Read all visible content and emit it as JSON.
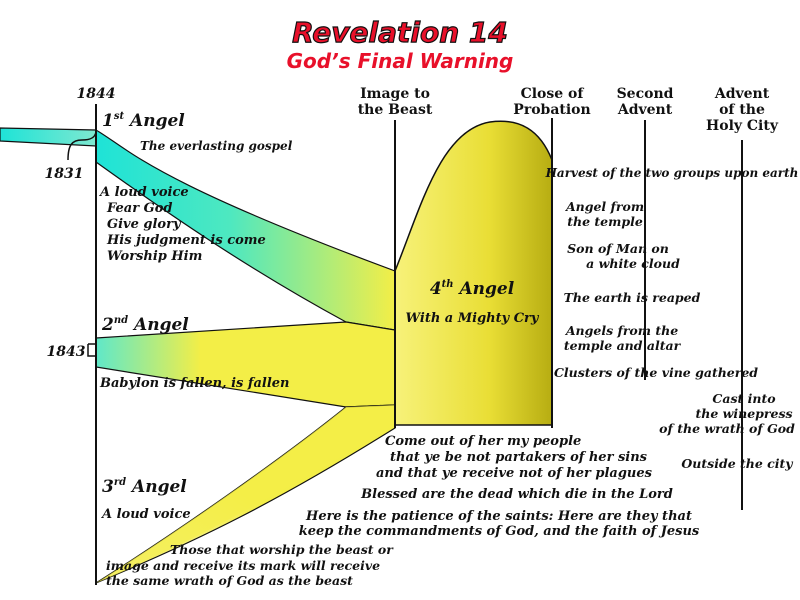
{
  "title": "Revelation 14",
  "subtitle": "God’s Final Warning",
  "colors": {
    "title": "#e8102a",
    "ink": "#111111",
    "cyan": "#1ee3d7",
    "yellow": "#f3ee47",
    "olive": "#b7ad12"
  },
  "timeline": {
    "year_1844": "1844",
    "year_1831": "1831",
    "year_1843": "1843",
    "image_to_beast": [
      "Image to",
      "the Beast"
    ],
    "close_of_probation": [
      "Close of",
      "Probation"
    ],
    "second_advent": [
      "Second",
      "Advent"
    ],
    "advent_holy_city": [
      "Advent",
      "of the",
      "Holy City"
    ]
  },
  "angel1": {
    "label": "1",
    "sup": "st",
    "word": "Angel",
    "gospel": "The everlasting gospel",
    "loud_voice": "A loud voice",
    "items": [
      "Fear God",
      "Give glory",
      "His judgment is come",
      "Worship Him"
    ]
  },
  "angel2": {
    "label": "2",
    "sup": "nd",
    "word": "Angel",
    "message": "Babylon is fallen, is fallen"
  },
  "angel3": {
    "label": "3",
    "sup": "rd",
    "word": "Angel",
    "loud_voice": "A loud voice",
    "warning": [
      "Those that worship the beast or",
      "image and receive its mark will receive",
      "the same wrath of God as the beast"
    ]
  },
  "angel4": {
    "label": "4",
    "sup": "th",
    "word": "Angel",
    "cry": "With a Mighty Cry"
  },
  "come_out": [
    "Come out of her my people",
    "that ye be not partakers of her sins",
    "and that ye receive not of her plagues"
  ],
  "blessed": "Blessed are the dead which die in the Lord",
  "patience": [
    "Here is the patience of the saints: Here are they that",
    "keep the commandments of God, and the faith of Jesus"
  ],
  "events": {
    "harvest": "Harvest of the two groups upon earth",
    "angel_temple": [
      "Angel from",
      "the temple"
    ],
    "son_of_man": [
      "Son of Man on",
      "a white cloud"
    ],
    "reaped": "The earth is reaped",
    "angels_altar": [
      "Angels from the",
      "temple and altar"
    ],
    "clusters": "Clusters of the vine gathered",
    "cast": [
      "Cast into",
      "the winepress",
      "of the wrath of God"
    ],
    "outside": "Outside the city"
  }
}
